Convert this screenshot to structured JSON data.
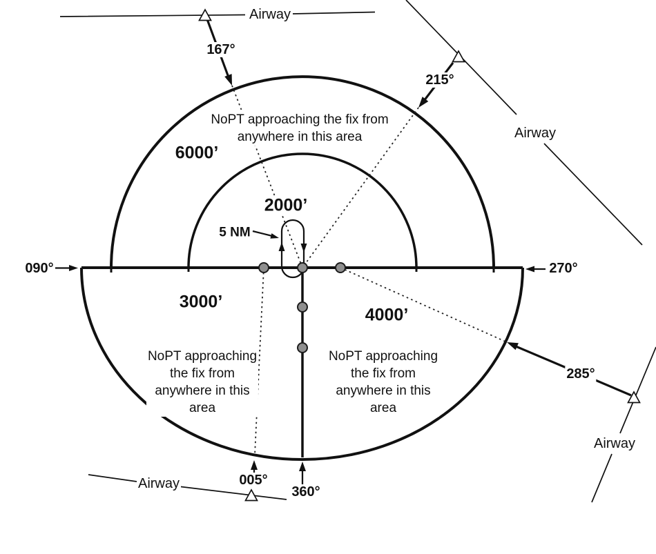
{
  "airways": {
    "top": {
      "label": "Airway",
      "bearing": "167°"
    },
    "top_right": {
      "label": "Airway",
      "bearing": "215°"
    },
    "bottom_left": {
      "label": "Airway",
      "bearing": "005°"
    },
    "bottom_right": {
      "label": "Airway",
      "bearing": "285°"
    }
  },
  "course_arrows": {
    "west": "090°",
    "east": "270°",
    "south": "360°"
  },
  "sectors": {
    "outer_top": {
      "altitude": "6000’",
      "note": [
        "NoPT approaching the fix from",
        "anywhere in this area"
      ]
    },
    "inner_top": {
      "altitude": "2000’"
    },
    "bottom_left": {
      "altitude": "3000’",
      "note": [
        "NoPT approaching",
        "the fix from",
        "anywhere in this",
        "area"
      ]
    },
    "bottom_right": {
      "altitude": "4000’",
      "note": [
        "NoPT approaching",
        "the fix from",
        "anywhere in this",
        "area"
      ]
    }
  },
  "annotations": {
    "radius_label": "5 NM"
  },
  "colors": {
    "line": "#111111",
    "dot_fill": "#8f8f8f",
    "background": "#ffffff"
  }
}
